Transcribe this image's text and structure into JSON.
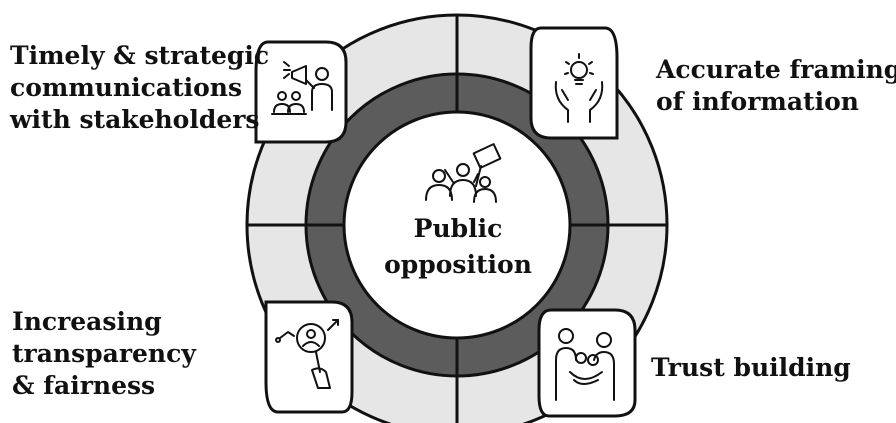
{
  "center": {
    "title_lines": [
      "Public",
      "opposition"
    ],
    "icon": "protest-crowd-icon"
  },
  "factors": [
    {
      "lines": [
        "Timely & strategic",
        "communications",
        "with stakeholders"
      ],
      "icon": "megaphone-audience-icon"
    },
    {
      "lines": [
        "Accurate framing",
        "of information"
      ],
      "icon": "hands-lightbulb-icon"
    },
    {
      "lines": [
        "Increasing",
        "transparency",
        "& fairness"
      ],
      "icon": "magnifier-growth-icon"
    },
    {
      "lines": [
        "Trust building"
      ],
      "icon": "family-hands-icon"
    }
  ],
  "colors": {
    "outer_ring": "#e6e6e6",
    "inner_ring": "#5c5c5c",
    "center_fill": "#ffffff",
    "stroke": "#111111"
  }
}
